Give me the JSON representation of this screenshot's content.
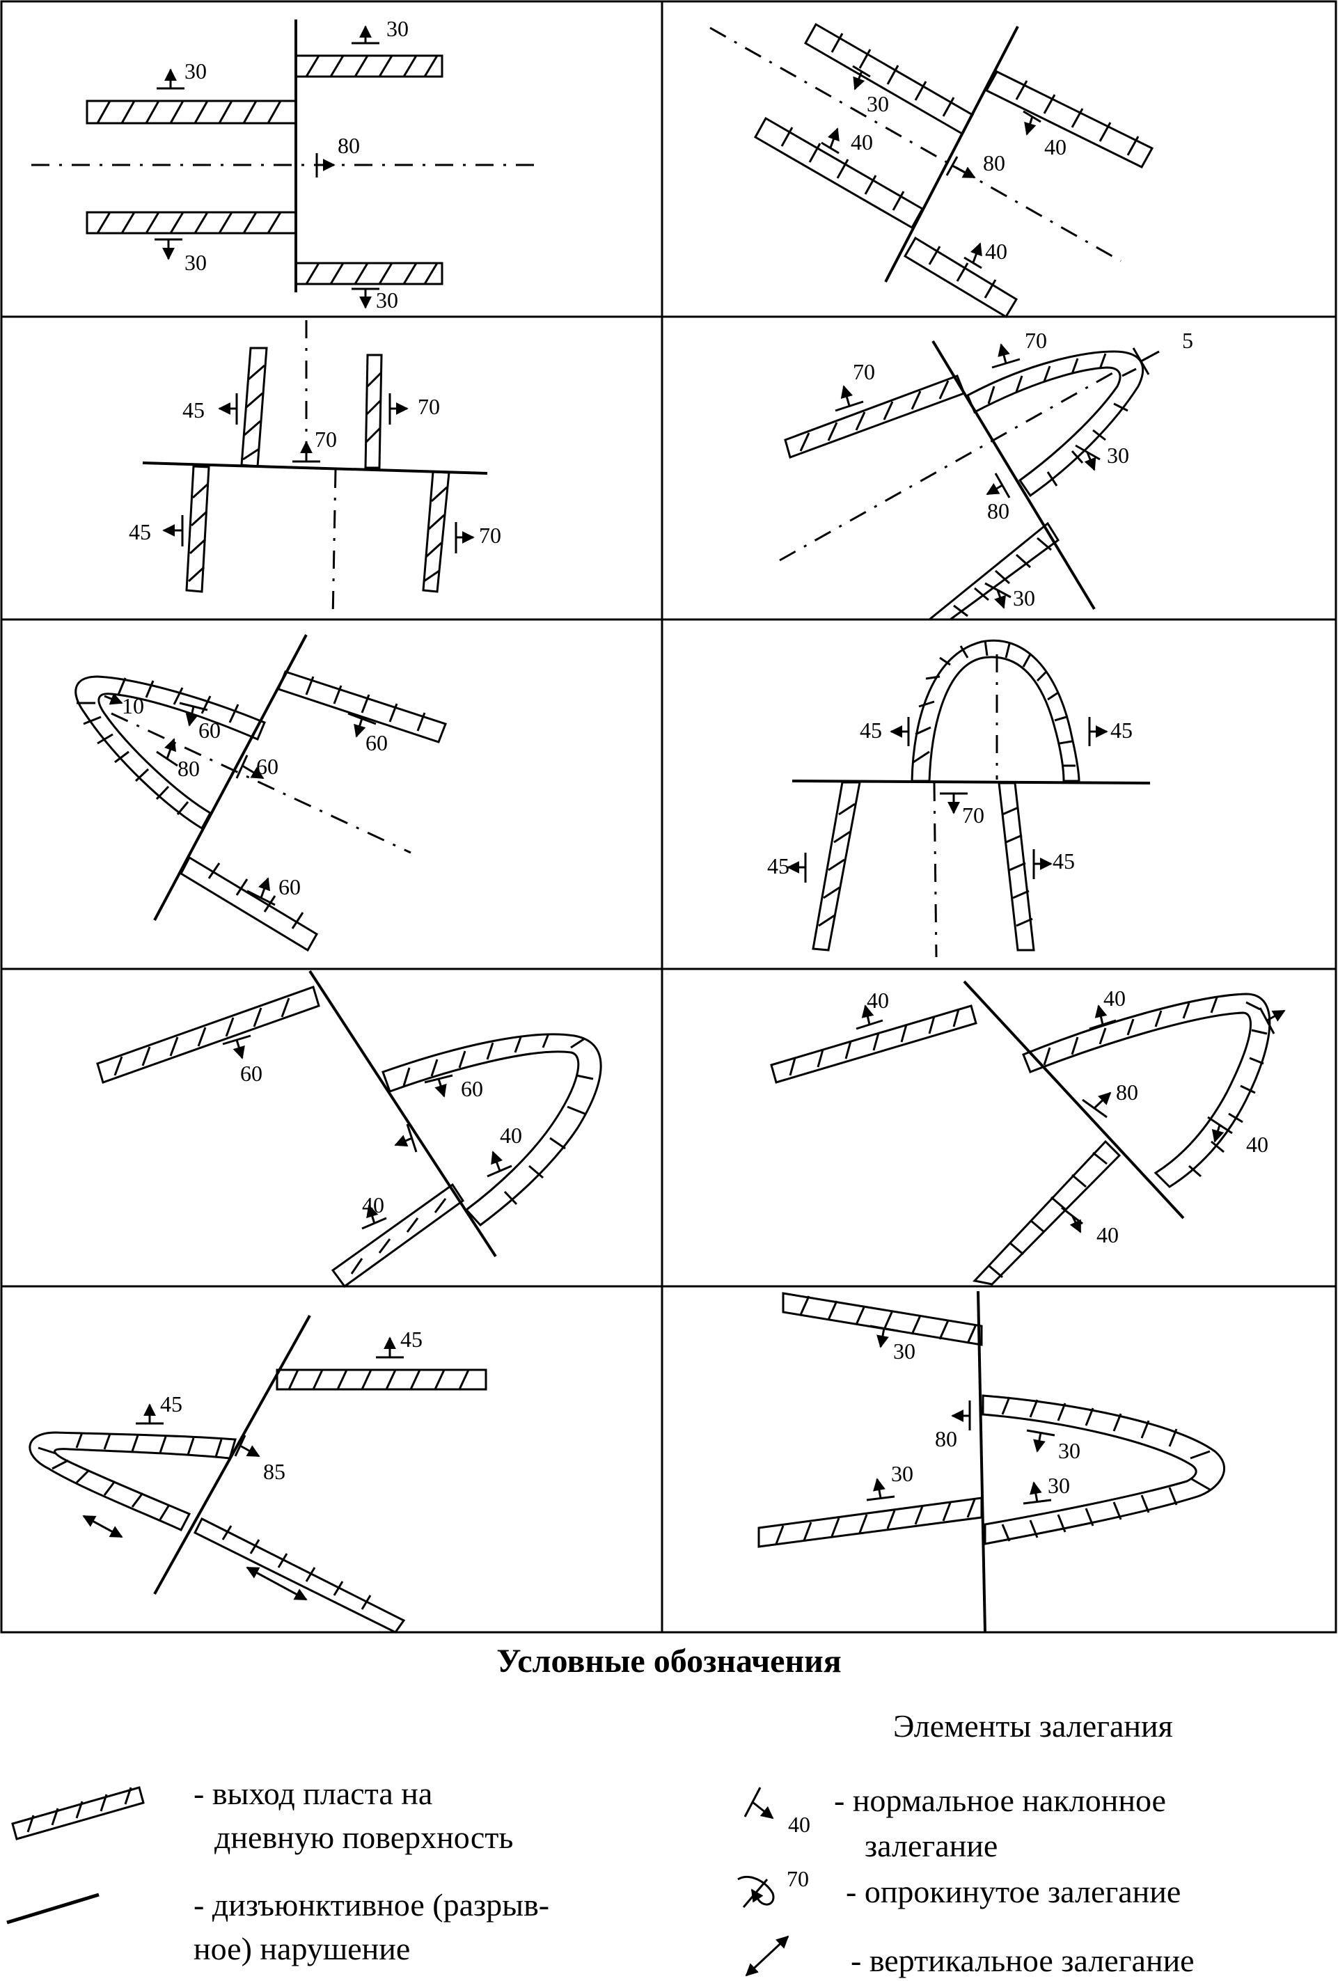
{
  "panels": [
    {
      "id": "p1",
      "labels": [
        "30",
        "30",
        "80",
        "30",
        "30"
      ]
    },
    {
      "id": "p2",
      "labels": [
        "30",
        "40",
        "40",
        "80",
        "40"
      ]
    },
    {
      "id": "p3",
      "labels": [
        "45",
        "70",
        "70",
        "45",
        "70"
      ]
    },
    {
      "id": "p4",
      "labels": [
        "70",
        "70",
        "5",
        "30",
        "80",
        "30"
      ]
    },
    {
      "id": "p5",
      "labels": [
        "10",
        "60",
        "60",
        "80",
        "60",
        "60"
      ]
    },
    {
      "id": "p6",
      "labels": [
        "45",
        "45",
        "70",
        "45",
        "45"
      ]
    },
    {
      "id": "p7",
      "labels": [
        "60",
        "60",
        "40",
        "40"
      ]
    },
    {
      "id": "p8",
      "labels": [
        "40",
        "40",
        "80",
        "40",
        "40"
      ]
    },
    {
      "id": "p9",
      "labels": [
        "45",
        "45",
        "85"
      ]
    },
    {
      "id": "p10",
      "labels": [
        "30",
        "80",
        "30",
        "30",
        "30"
      ]
    }
  ],
  "legend": {
    "title": "Условные обозначения",
    "subtitle": "Элементы залегания",
    "outcrop": [
      "- выход пласта на",
      "дневную поверхность"
    ],
    "fault": [
      "- дизъюнктивное (разрыв-",
      "ное) нарушение"
    ],
    "normal": [
      "- нормальное наклонное",
      "залегание"
    ],
    "normal_value": "40",
    "overturned": "- опрокинутое залегание",
    "overturned_value": "70",
    "vertical": "- вертикальное залегание"
  }
}
